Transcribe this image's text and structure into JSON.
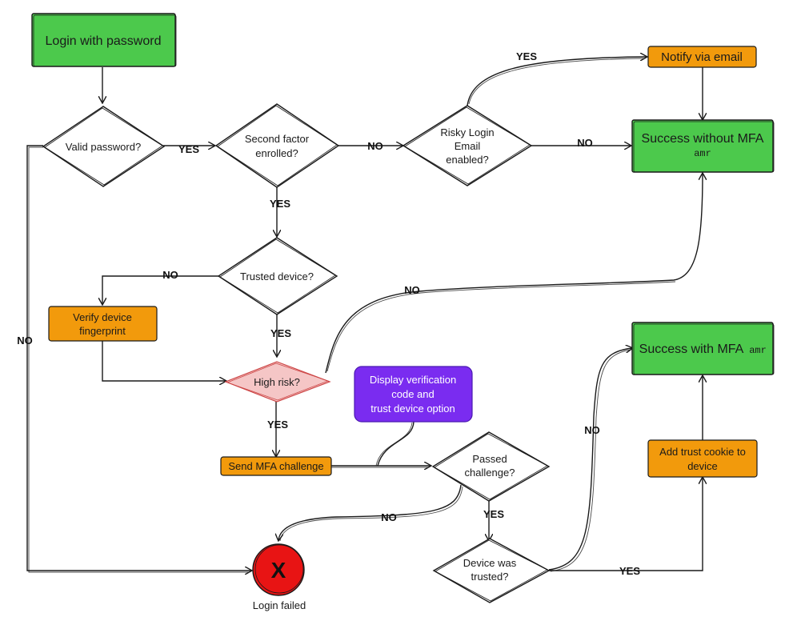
{
  "colors": {
    "green": "#4cc94c",
    "orange": "#f29a0c",
    "purple": "#7a2cf0",
    "pink": "#f5c6c6",
    "red": "#e81414",
    "stroke": "#1a1a1a"
  },
  "nodes": {
    "login": "Login with password",
    "valid_password": "Valid password?",
    "second_factor": [
      "Second factor",
      "enrolled?"
    ],
    "risky_login": [
      "Risky Login",
      "Email",
      "enabled?"
    ],
    "notify_email": "Notify via email",
    "success_without_mfa": "Success without MFA",
    "success_without_mfa_code": "amr",
    "trusted_device": "Trusted device?",
    "verify_fingerprint": [
      "Verify device",
      "fingerprint"
    ],
    "high_risk": "High risk?",
    "display_verification": [
      "Display verification",
      "code and",
      "trust device option"
    ],
    "send_mfa": "Send MFA challenge",
    "passed_challenge": [
      "Passed",
      "challenge?"
    ],
    "device_trusted": [
      "Device was",
      "trusted?"
    ],
    "add_trust_cookie": [
      "Add trust cookie to",
      "device"
    ],
    "success_with_mfa": "Success with MFA",
    "success_with_mfa_code": "amr",
    "failed_symbol": "X",
    "login_failed": "Login failed"
  },
  "edges": {
    "yes": "YES",
    "no": "NO"
  }
}
